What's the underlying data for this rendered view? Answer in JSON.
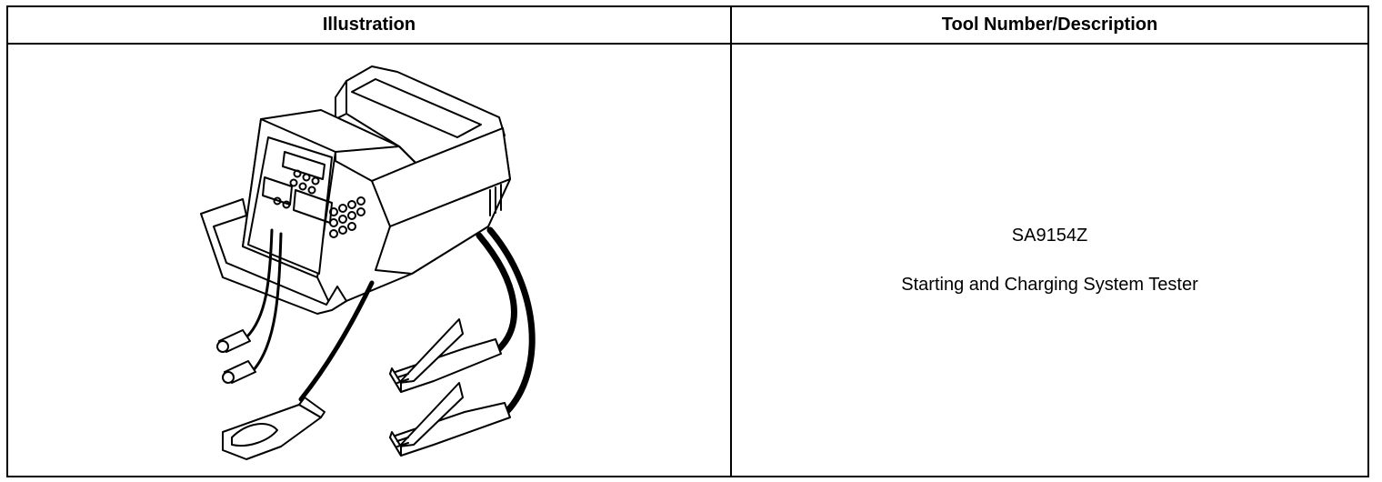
{
  "table": {
    "headers": {
      "illustration": "Illustration",
      "tool": "Tool Number/Description"
    },
    "rows": [
      {
        "illustration_icon": "starting-charging-system-tester-drawing",
        "tool_number": "SA9154Z",
        "description": "Starting and Charging System Tester"
      }
    ]
  },
  "colors": {
    "border": "#000000",
    "background": "#ffffff",
    "text": "#000000"
  }
}
